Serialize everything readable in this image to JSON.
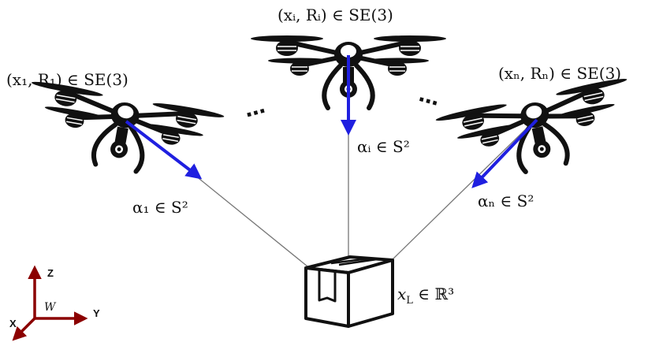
{
  "labels": {
    "pose_1": "(x₁, R₁) ∈ SE(3)",
    "pose_i": "(xᵢ, Rᵢ) ∈ SE(3)",
    "pose_n": "(xₙ, Rₙ) ∈ SE(3)",
    "alpha_1": "α₁ ∈ S²",
    "alpha_i": "αᵢ ∈ S²",
    "alpha_n": "αₙ ∈ S²",
    "load": "x_L ∈ ℝ³",
    "load_var": "x",
    "load_sub": "L",
    "load_rest": " ∈ ℝ³",
    "ellipsis_left": "⋯",
    "ellipsis_right": "⋯"
  },
  "frame": {
    "z_label": "Z",
    "y_label": "Y",
    "x_label": "X",
    "w_label": "W"
  },
  "colors": {
    "arrow_blue": "#1f1fe0",
    "frame_red": "#8b0000",
    "cable_gray": "#777777",
    "drone_black": "#111111"
  },
  "icons": {
    "drone": "quadrotor-icon",
    "payload": "box-icon"
  }
}
